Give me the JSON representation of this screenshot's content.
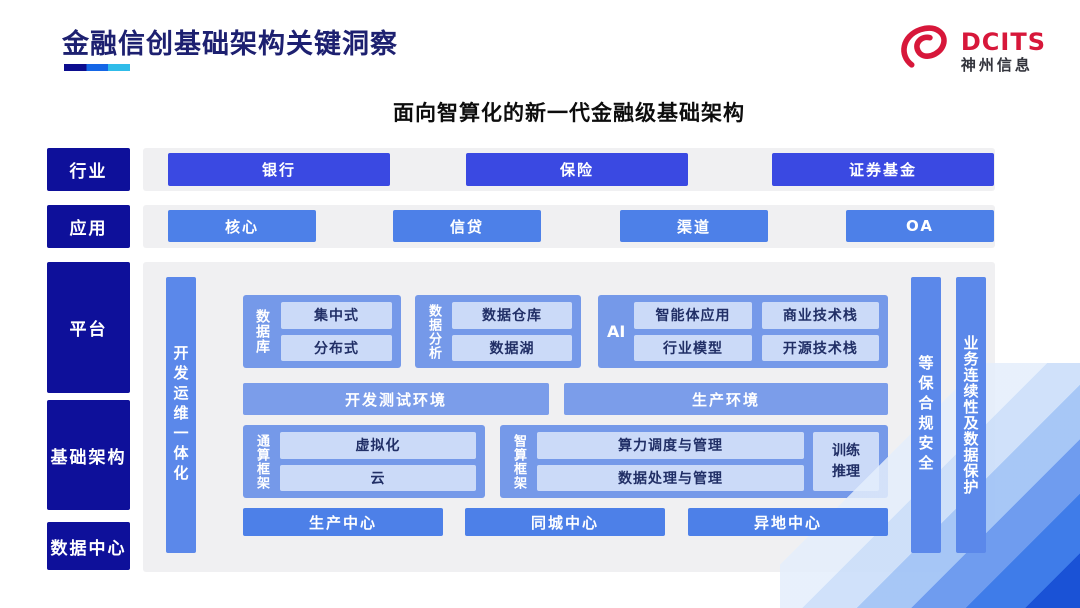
{
  "header": {
    "title": "金融信创基础架构关键洞察",
    "logo": {
      "brand": "DCITS",
      "company": "神州信息"
    }
  },
  "subtitle": "面向智算化的新一代金融级基础架构",
  "layers": {
    "industry": {
      "label": "行业",
      "items": [
        "银行",
        "保险",
        "证券基金"
      ]
    },
    "application": {
      "label": "应用",
      "items": [
        "核心",
        "信贷",
        "渠道",
        "OA"
      ]
    },
    "platform": {
      "label": "平台"
    },
    "infrastructure": {
      "label": "基础架构"
    },
    "datacenter": {
      "label": "数据中心"
    }
  },
  "platform_area": {
    "devops_bar": "开发运维一体化",
    "security_bar": "等保合规安全",
    "continuity_bar": "业务连续性及数据保护",
    "groups": {
      "database": {
        "label": "数据库",
        "items": [
          "集中式",
          "分布式"
        ]
      },
      "analytics": {
        "label": "数据分析",
        "items": [
          "数据仓库",
          "数据湖"
        ]
      },
      "ai": {
        "label": "AI",
        "items": [
          "智能体应用",
          "商业技术栈",
          "行业模型",
          "开源技术栈"
        ]
      },
      "dev_env": "开发测试环境",
      "prod_env": "生产环境",
      "general_compute": {
        "label": "通算框架",
        "items": [
          "虚拟化",
          "云"
        ]
      },
      "ai_compute": {
        "label": "智算框架",
        "items": [
          "算力调度与管理",
          "数据处理与管理"
        ],
        "side_item": "训练\n推理"
      }
    },
    "centers": [
      "生产中心",
      "同城中心",
      "异地中心"
    ]
  },
  "colors": {
    "navy": "#0e109a",
    "indigo": "#3a49e2",
    "blue": "#4d80e8",
    "bar_blue": "#5b88ea",
    "group_blue": "#7599e9",
    "light_blue": "#cbdaf8",
    "title_navy": "#1d2070",
    "logo_red": "#d7173a",
    "panel_gray": "#f0f0f2"
  }
}
